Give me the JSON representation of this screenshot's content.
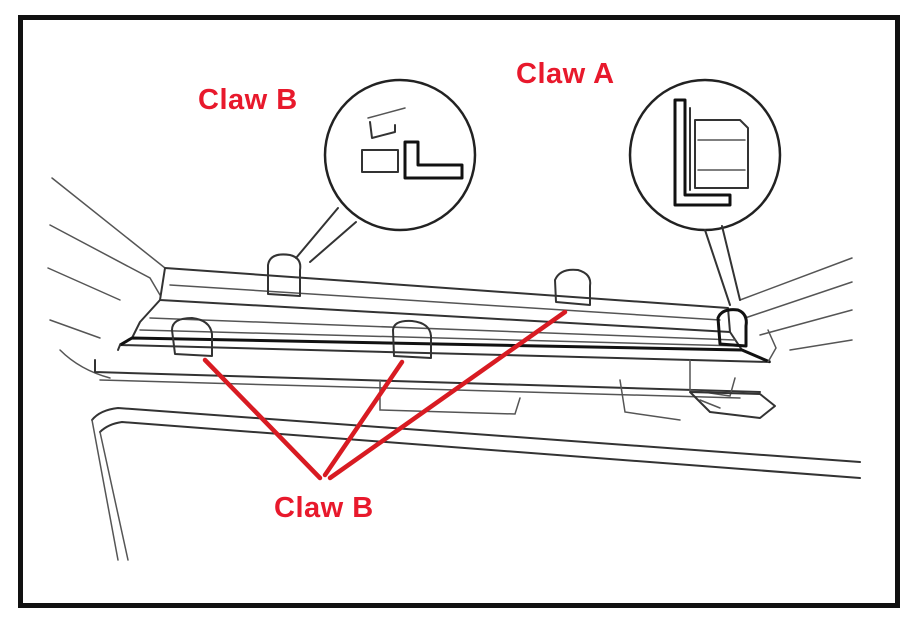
{
  "labels": {
    "claw_b_top": "Claw B",
    "claw_a": "Claw A",
    "claw_b_bottom": "Claw B"
  },
  "colors": {
    "label": "#e8192c",
    "leader": "#d81b22",
    "line_art": "#333333",
    "frame": "#111111"
  }
}
